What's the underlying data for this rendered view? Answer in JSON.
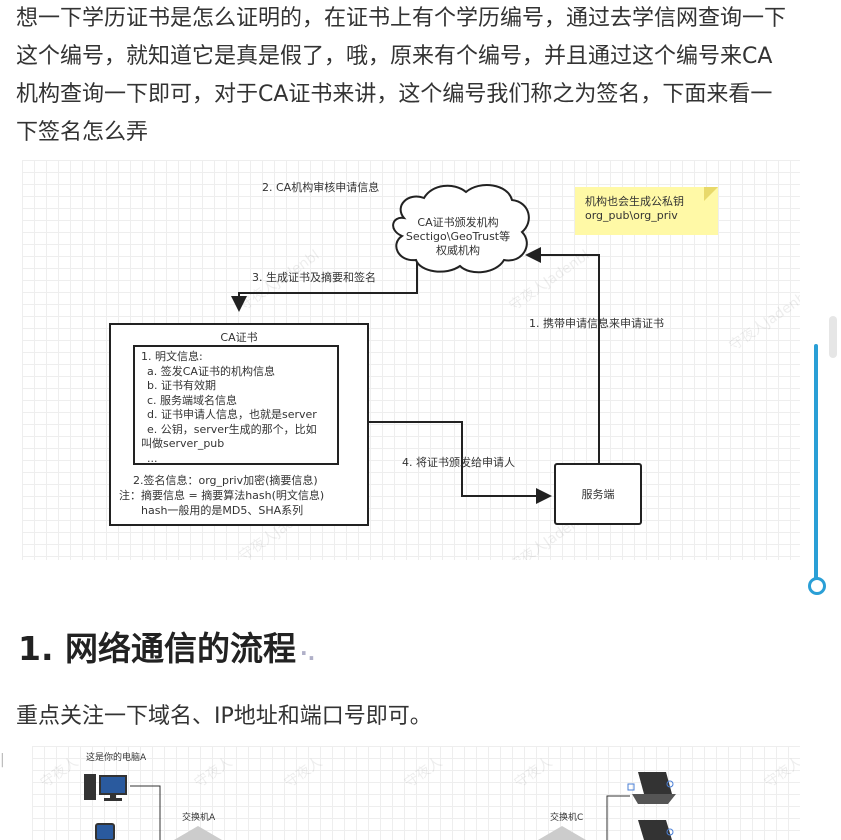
{
  "intro": {
    "lines": [
      "想一下学历证书是怎么证明的，在证书上有个学历编号，通过去学信网查询一下",
      "这个编号，就知道它是真是假了，哦，原来有个编号，并且通过这个编号来CA",
      "机构查询一下即可，对于CA证书来讲，这个编号我们称之为签名，下面来看一",
      "下签名怎么弄"
    ]
  },
  "diagram1": {
    "step2": "2. CA机构审核申请信息",
    "step3": "3. 生成证书及摘要和签名",
    "step1": "1. 携带申请信息来申请证书",
    "step4": "4. 将证书颁发给申请人",
    "cloud": [
      "CA证书颁发机构",
      "Sectigo\\GeoTrust等",
      "权威机构"
    ],
    "note": [
      "机构也会生成公私钥",
      "org_pub\\org_priv"
    ],
    "cert_title": "CA证书",
    "cert_items": [
      "1. 明文信息:",
      "  a. 签发CA证书的机构信息",
      "  b. 证书有效期",
      "  c. 服务端域名信息",
      "  d. 证书申请人信息，也就是server",
      "  e. 公钥，server生成的那个，比如",
      "叫做server_pub",
      "  ..."
    ],
    "cert_bottom": [
      "2.签名信息：org_priv加密(摘要信息)",
      "注：摘要信息 = 摘要算法hash(明文信息)",
      "    hash一般用的是MD5、SHA系列"
    ],
    "server": "服务端",
    "watermark": "守夜人Jadenbl"
  },
  "section": {
    "heading": "1. 网络通信的流程",
    "anchor": "·.",
    "text": "重点关注一下域名、IP地址和端口号即可。"
  },
  "diagram2": {
    "pc_label": "这是你的电脑A",
    "switch_a": "交换机A",
    "switch_c": "交换机C",
    "watermark": "守夜人"
  },
  "colors": {
    "accent": "#2a9fd6",
    "note_bg": "#fff9a6",
    "laptop_stroke": "#4a7fd6"
  }
}
